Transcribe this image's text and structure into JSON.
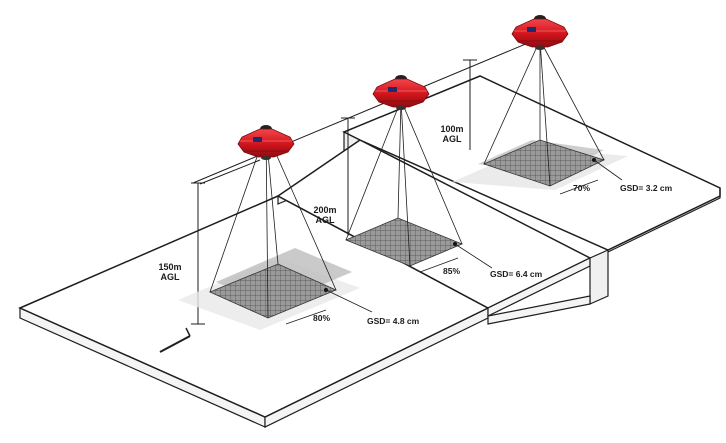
{
  "stations": [
    {
      "altitude": "150m",
      "altitude_unit": "AGL",
      "overlap": "80%",
      "gsd": "GSD= 4.8 cm"
    },
    {
      "altitude": "200m",
      "altitude_unit": "AGL",
      "overlap": "85%",
      "gsd": "GSD= 6.4 cm"
    },
    {
      "altitude": "100m",
      "altitude_unit": "AGL",
      "overlap": "70%",
      "gsd": "GSD= 3.2 cm"
    }
  ],
  "colors": {
    "drone_red": "#d0141c",
    "drone_dark": "#8e0c12",
    "grid": "#555555",
    "outline": "#1e1e1e",
    "terrain": "#ffffff"
  }
}
